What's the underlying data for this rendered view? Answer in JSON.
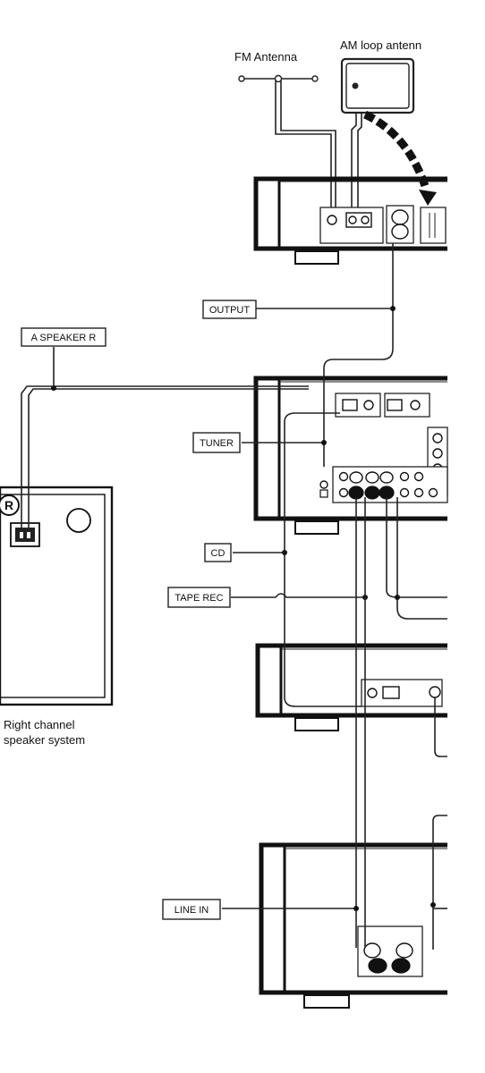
{
  "antennas": {
    "fm": "FM Antenna",
    "am": "AM loop antenn"
  },
  "labels": {
    "output": "OUTPUT",
    "speaker": "A SPEAKER R",
    "tuner": "TUNER",
    "cd": "CD",
    "tape_rec": "TAPE REC",
    "line_in": "LINE IN"
  },
  "speaker": {
    "channel_mark": "R",
    "caption_line1": "Right channel",
    "caption_line2": "speaker system"
  }
}
